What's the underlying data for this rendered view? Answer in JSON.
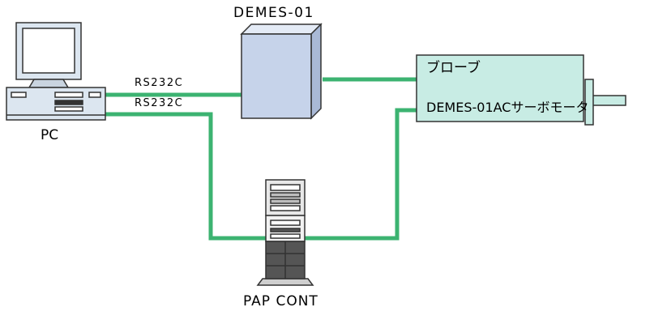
{
  "nodes": {
    "pc": {
      "label": "PC"
    },
    "demes": {
      "label": "DEMES-01"
    },
    "probe": {
      "title": "ブローブ",
      "subtitle": "DEMES-01ACサーボモータ"
    },
    "pap": {
      "label": "PAP CONT"
    }
  },
  "links": {
    "upper": {
      "label": "RS232C"
    },
    "lower": {
      "label": "RS232C"
    }
  },
  "colors": {
    "cable": "#3cb371",
    "demes_fill": "#c6d3ea",
    "probe_fill": "#c8ece4",
    "pc_fill": "#dce6f0",
    "outline": "#333333"
  }
}
